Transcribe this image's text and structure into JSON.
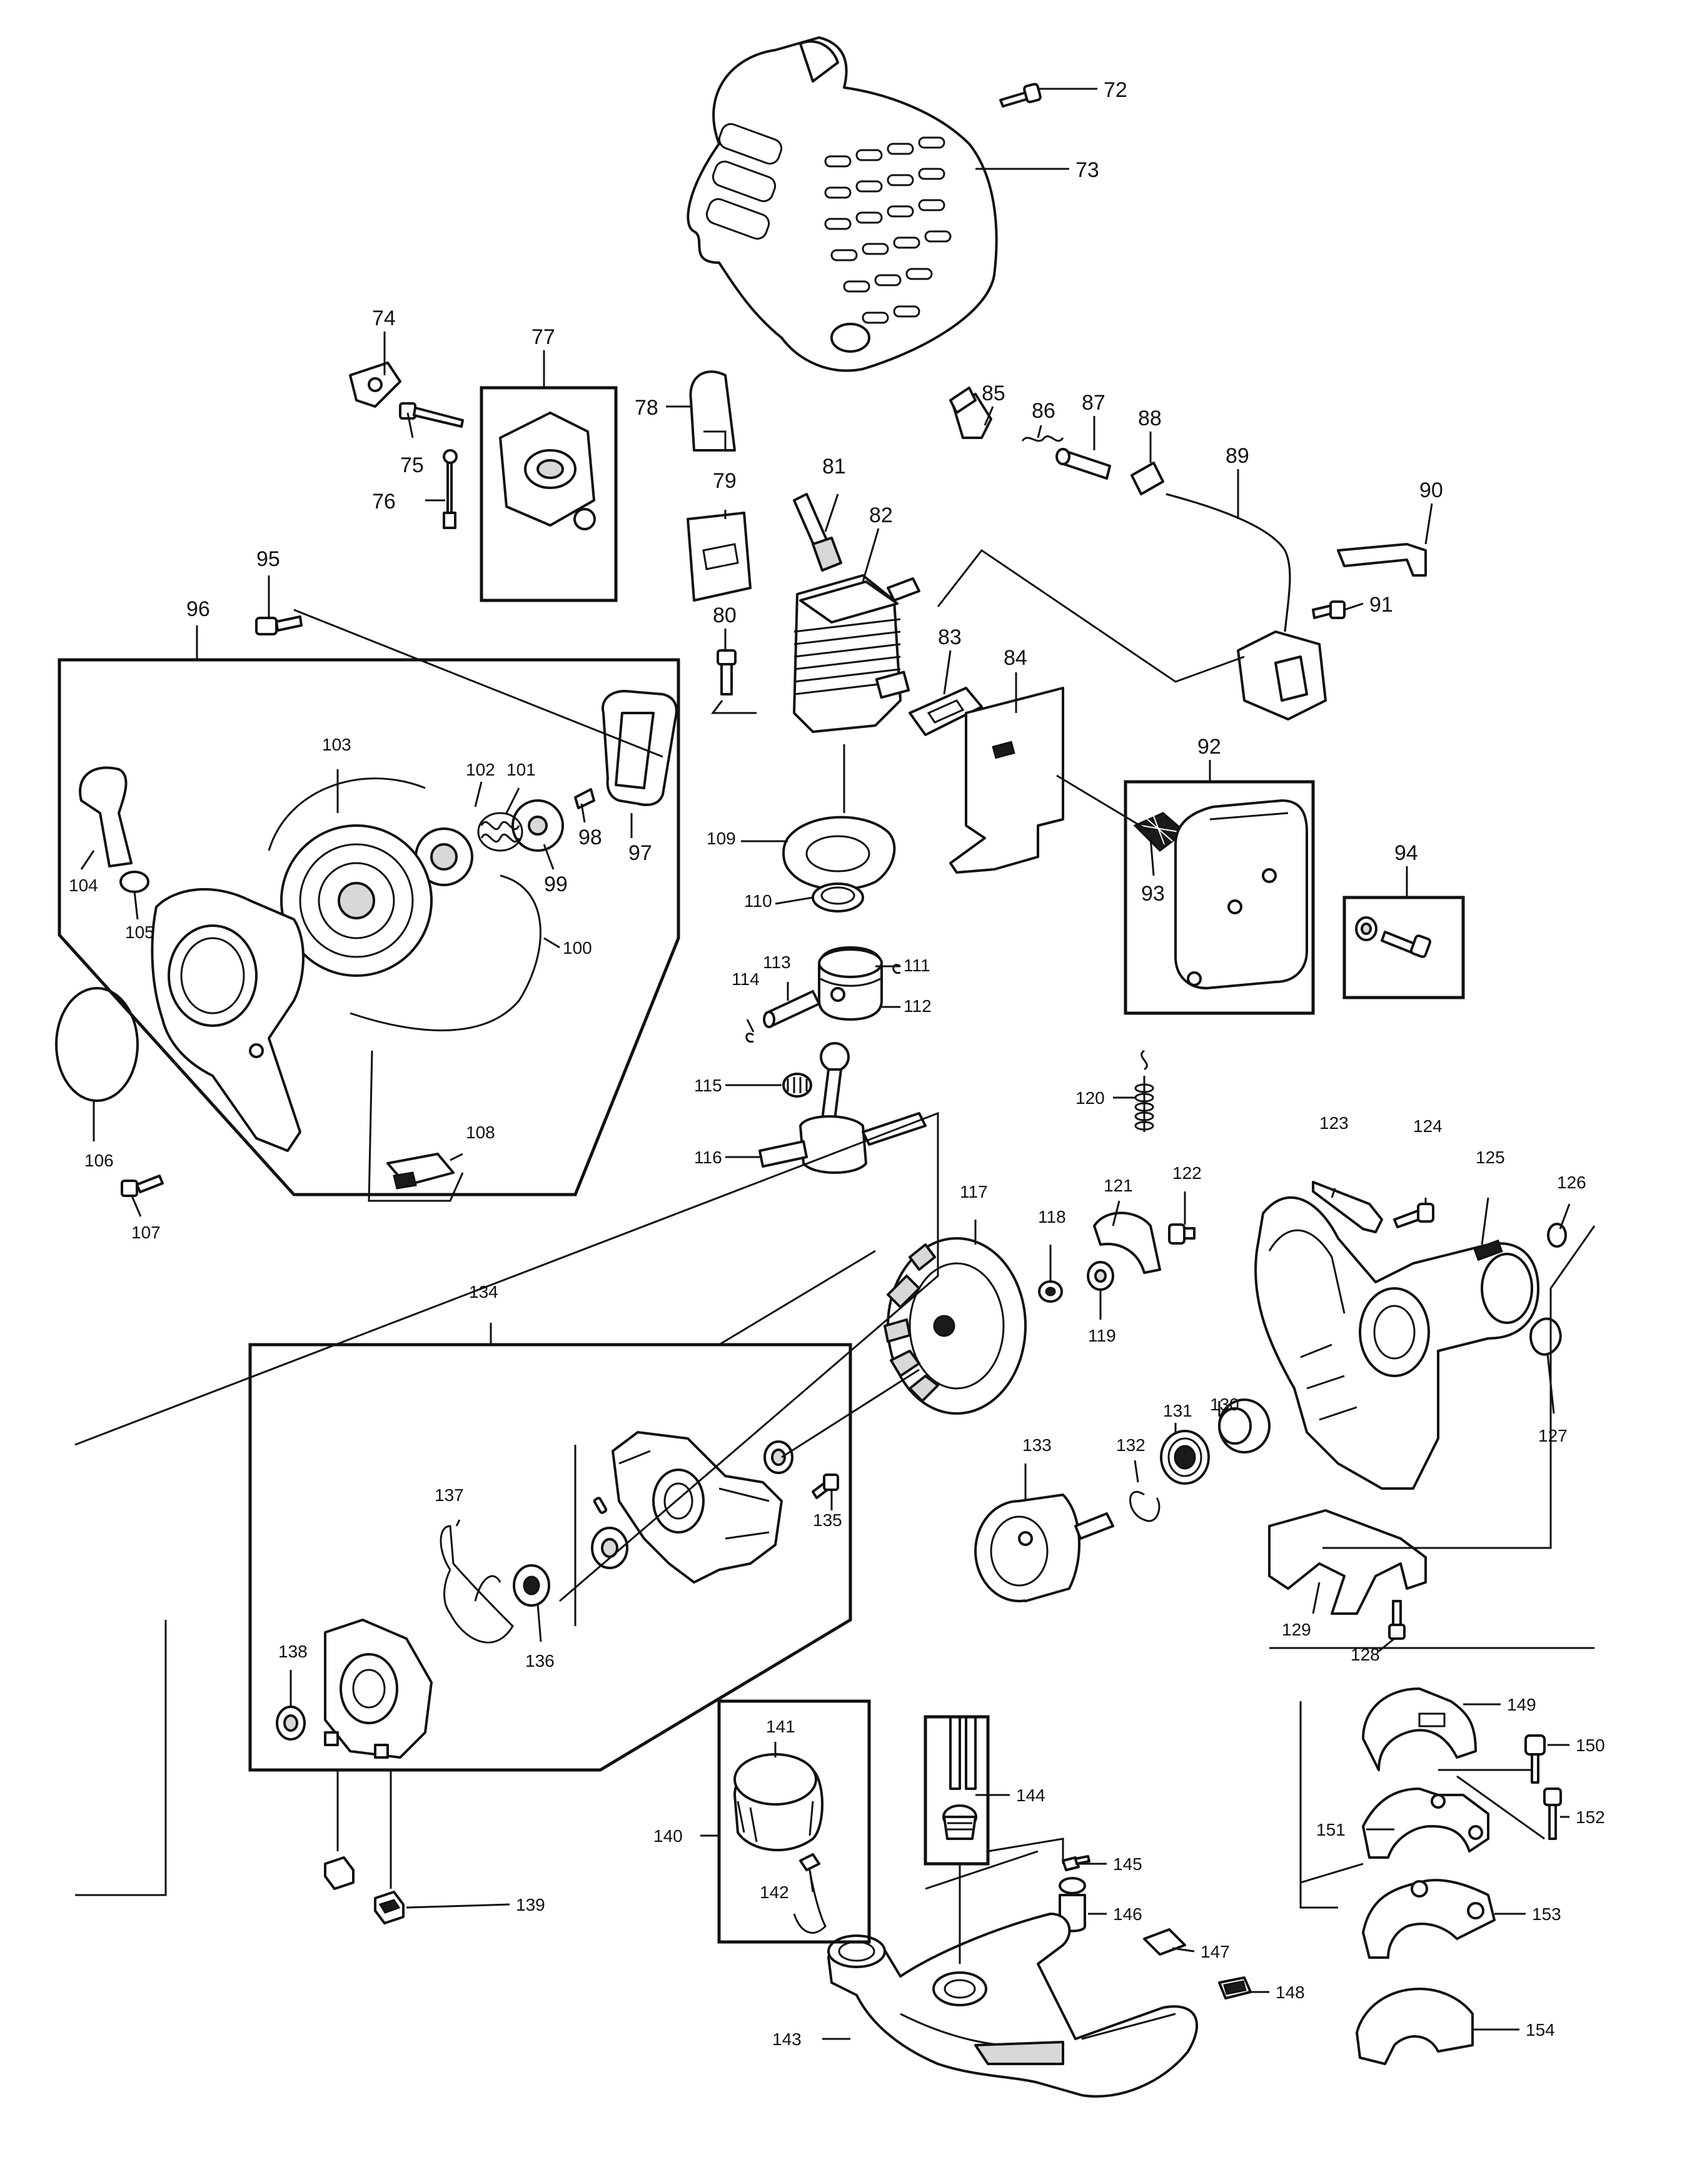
{
  "labels": {
    "p72": "72",
    "p73": "73",
    "p74": "74",
    "p75": "75",
    "p76": "76",
    "p77": "77",
    "p78": "78",
    "p79": "79",
    "p80": "80",
    "p81": "81",
    "p82": "82",
    "p83": "83",
    "p84": "84",
    "p85": "85",
    "p86": "86",
    "p87": "87",
    "p88": "88",
    "p89": "89",
    "p90": "90",
    "p91": "91",
    "p92": "92",
    "p93": "93",
    "p94": "94",
    "p95": "95",
    "p96": "96",
    "p97": "97",
    "p98": "98",
    "p99": "99",
    "p100": "100",
    "p101": "101",
    "p102": "102",
    "p103": "103",
    "p104": "104",
    "p105": "105",
    "p106": "106",
    "p107": "107",
    "p108": "108",
    "p109": "109",
    "p110": "110",
    "p111": "111",
    "p112": "112",
    "p113": "113",
    "p114": "114",
    "p115": "115",
    "p116": "116",
    "p117": "117",
    "p118": "118",
    "p119": "119",
    "p120": "120",
    "p121": "121",
    "p122": "122",
    "p123": "123",
    "p124": "124",
    "p125": "125",
    "p126": "126",
    "p127": "127",
    "p128": "128",
    "p129": "129",
    "p130": "130",
    "p131": "131",
    "p132": "132",
    "p133": "133",
    "p134": "134",
    "p135": "135",
    "p136": "136",
    "p137": "137",
    "p138": "138",
    "p139": "139",
    "p140": "140",
    "p141": "141",
    "p142": "142",
    "p143": "143",
    "p144": "144",
    "p145": "145",
    "p146": "146",
    "p147": "147",
    "p148": "148",
    "p149": "149",
    "p150": "150",
    "p151": "151",
    "p152": "152",
    "p153": "153",
    "p154": "154"
  },
  "colors": {
    "line": "#111111",
    "background": "#ffffff",
    "fill": "#ffffff",
    "shade": "#d8d8d8"
  }
}
